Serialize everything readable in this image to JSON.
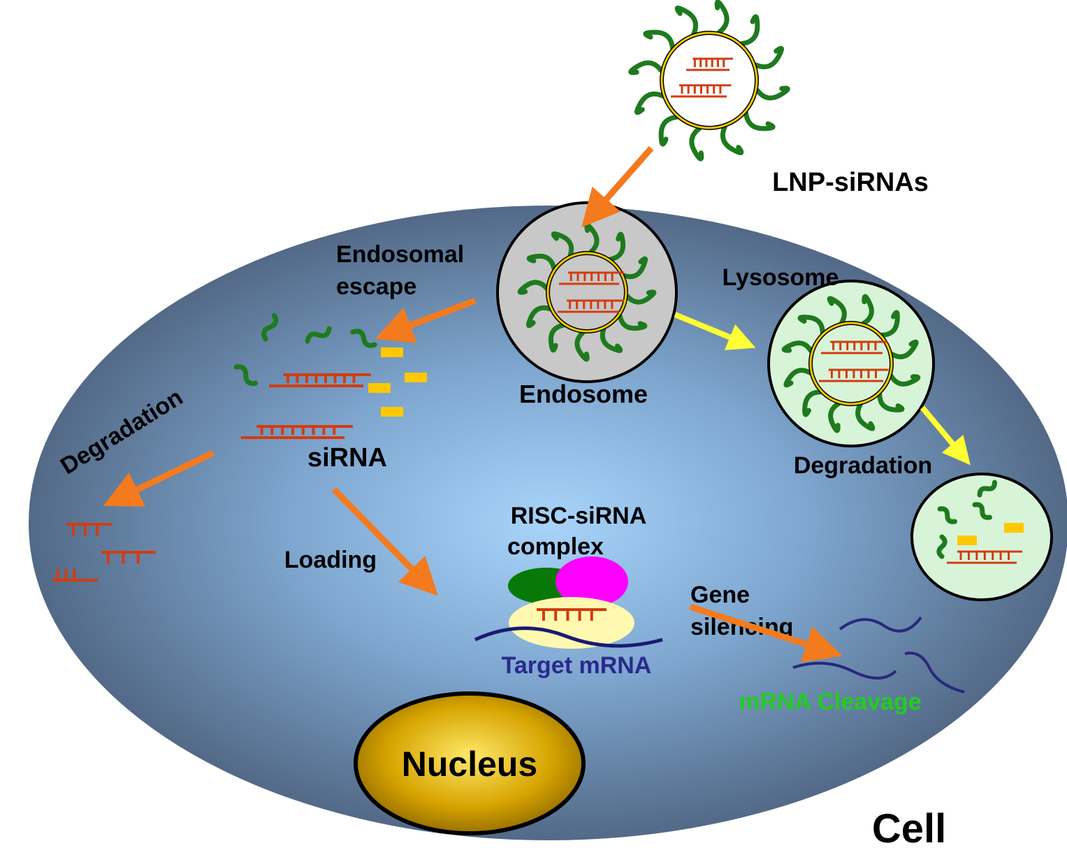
{
  "labels": {
    "lnp_sirnas": "LNP-siRNAs",
    "endosomal_escape_line1": "Endosomal",
    "endosomal_escape_line2": "escape",
    "lysosome": "Lysosome",
    "endosome": "Endosome",
    "degradation_left": "Degradation",
    "degradation_right": "Degradation",
    "sirna": "siRNA",
    "loading": "Loading",
    "risc_line1": "RISC-siRNA",
    "risc_line2": "complex",
    "gene_silencing_line1": "Gene",
    "gene_silencing_line2": "silencing",
    "target_mrna": "Target mRNA",
    "mrna_cleavage": "mRNA Cleavage",
    "nucleus": "Nucleus",
    "cell": "Cell"
  },
  "colors": {
    "cell_center": "#a8d0f4",
    "cell_edge": "#4a5f7a",
    "orange_arrow": "#f47a1e",
    "yellow_arrow": "#ffff33",
    "sirna_red": "#d23c10",
    "peg_green": "#1e7a1e",
    "lipid_gold": "#f0c800",
    "fragment_yellow": "#ffc800",
    "endosome_gray": "#c8c8c8",
    "lysosome_green": "#d8f4d8",
    "mrna_blue": "#28287a",
    "risc_pad": "#fff8b0",
    "risc_green": "#087808",
    "risc_magenta": "#ff00ff",
    "nucleus_gold": "#c89a00",
    "cleavage_text": "#22cc22",
    "target_text": "#2a2a8c"
  }
}
